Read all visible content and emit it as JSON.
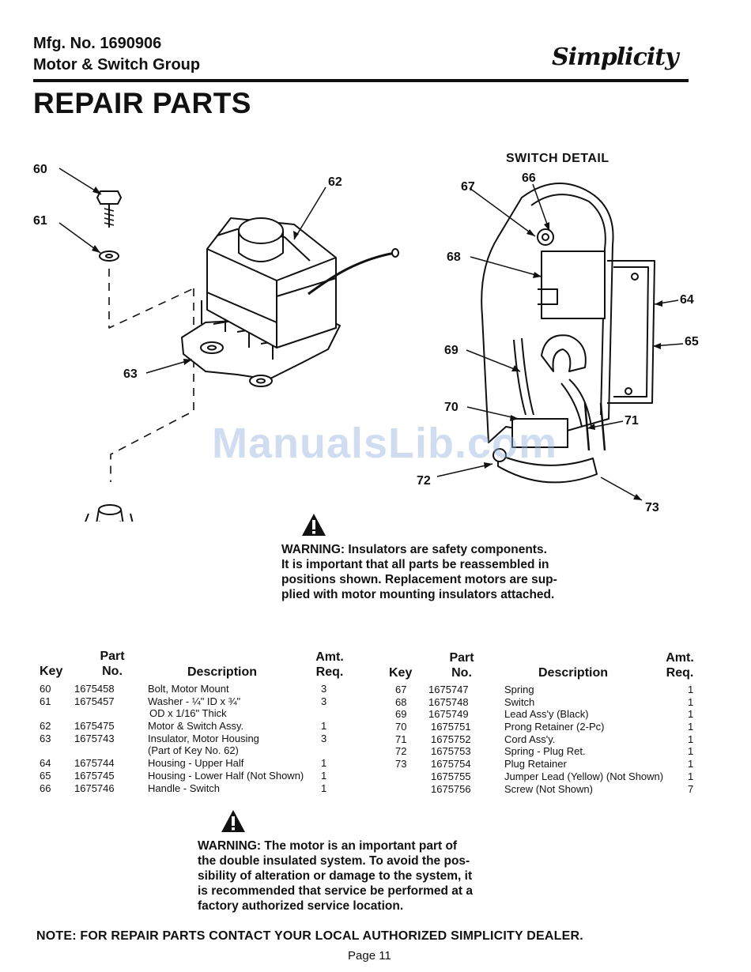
{
  "header": {
    "mfg": "Mfg. No. 1690906",
    "group": "Motor & Switch Group",
    "brand": "Simplicity",
    "title": "REPAIR PARTS"
  },
  "diagram": {
    "switch_detail": "SWITCH DETAIL",
    "callouts": {
      "k60": "60",
      "k61": "61",
      "k62": "62",
      "k63": "63",
      "k64": "64",
      "k65": "65",
      "k66": "66",
      "k67": "67",
      "k68": "68",
      "k69": "69",
      "k70": "70",
      "k71": "71",
      "k72": "72",
      "k73": "73"
    },
    "watermark": "ManualsLib.com"
  },
  "warning1": {
    "lines": [
      "WARNING: Insulators are safety components.",
      "It is important that all parts be reassembled in",
      "positions shown. Replacement motors are sup-",
      "plied with motor mounting insulators attached."
    ]
  },
  "table": {
    "headers": {
      "key": "Key",
      "part_1": "Part",
      "part_2": "No.",
      "description": "Description",
      "amt_1": "Amt.",
      "amt_2": "Req."
    },
    "left": [
      {
        "key": "60",
        "part": "1675458",
        "desc": "Bolt, Motor Mount",
        "amt": "3"
      },
      {
        "key": "61",
        "part": "1675457",
        "desc": "Washer - ¼\" ID x ¾\"",
        "amt": "3"
      },
      {
        "key": "",
        "part": "",
        "desc": "OD x 1/16\" Thick",
        "amt": ""
      },
      {
        "key": "62",
        "part": "1675475",
        "desc": "Motor & Switch Assy.",
        "amt": "1"
      },
      {
        "key": "63",
        "part": "1675743",
        "desc": "Insulator, Motor Housing",
        "amt": "3"
      },
      {
        "key": "",
        "part": "",
        "desc": "(Part of Key No. 62)",
        "amt": ""
      },
      {
        "key": "64",
        "part": "1675744",
        "desc": "Housing - Upper Half",
        "amt": "1"
      },
      {
        "key": "65",
        "part": "1675745",
        "desc": "Housing - Lower Half (Not Shown)",
        "amt": "1"
      },
      {
        "key": "66",
        "part": "1675746",
        "desc": "Handle - Switch",
        "amt": "1"
      }
    ],
    "right": [
      {
        "key": "67",
        "part": "1675747",
        "desc": "Spring",
        "amt": "1"
      },
      {
        "key": "68",
        "part": "1675748",
        "desc": "Switch",
        "amt": "1"
      },
      {
        "key": "69",
        "part": "1675749",
        "desc": "Lead Ass'y (Black)",
        "amt": "1"
      },
      {
        "key": "70",
        "part": "1675751",
        "desc": "Prong Retainer (2-Pc)",
        "amt": "1"
      },
      {
        "key": "71",
        "part": "1675752",
        "desc": "Cord Ass'y.",
        "amt": "1"
      },
      {
        "key": "72",
        "part": "1675753",
        "desc": "Spring - Plug Ret.",
        "amt": "1"
      },
      {
        "key": "73",
        "part": "1675754",
        "desc": "Plug Retainer",
        "amt": "1"
      },
      {
        "key": "",
        "part": "1675755",
        "desc": "Jumper Lead (Yellow) (Not Shown)",
        "amt": "1"
      },
      {
        "key": "",
        "part": "1675756",
        "desc": "Screw (Not Shown)",
        "amt": "7"
      }
    ]
  },
  "warning2": {
    "lines": [
      "WARNING: The motor is an important part of",
      "the double insulated system. To avoid the pos-",
      "sibility of alteration or damage to the system, it",
      "is recommended that service be performed at a",
      "factory authorized service location."
    ]
  },
  "footer": {
    "note": "NOTE: FOR REPAIR PARTS CONTACT YOUR LOCAL AUTHORIZED SIMPLICITY DEALER.",
    "page": "Page 11"
  }
}
